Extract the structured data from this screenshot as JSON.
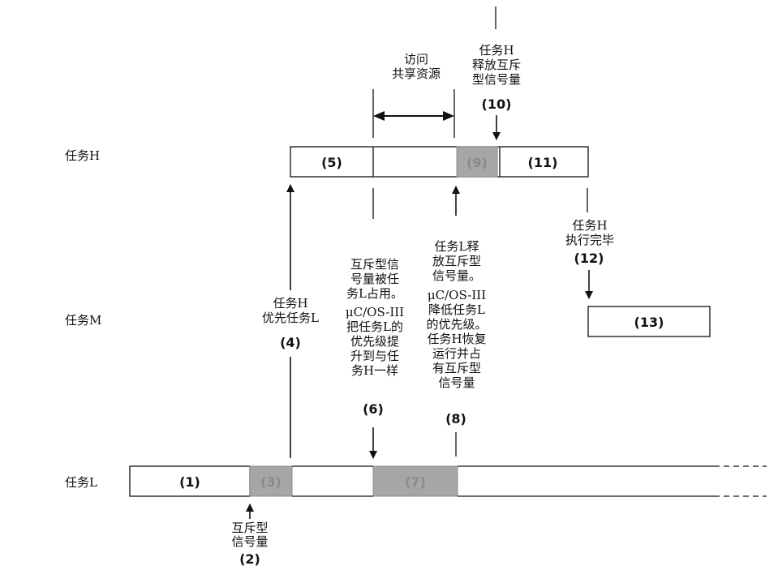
{
  "rows": {
    "task_h": "任务H",
    "task_m": "任务M",
    "task_l": "任务L"
  },
  "segments": {
    "s1": "(1)",
    "s3": "(3)",
    "s5": "(5)",
    "s7": "(7)",
    "s9": "(9)",
    "s11": "(11)",
    "s13": "(13)"
  },
  "events": {
    "e2": {
      "lines": [
        "互斥型",
        "信号量"
      ],
      "num": "(2)"
    },
    "e4": {
      "lines": [
        "任务H",
        "优先任务L"
      ],
      "num": "(4)"
    },
    "e6": {
      "lines": [
        "互斥型信",
        "号量被任",
        "务L占用。",
        "μC/OS-III",
        "把任务L的",
        "优先级提",
        "升到与任",
        "务H一样"
      ],
      "num": "(6)"
    },
    "e8": {
      "lines": [
        "任务L释",
        "放互斥型",
        "信号量。",
        "μC/OS-III",
        "降低任务L",
        "的优先级。",
        "任务H恢复",
        "运行并占",
        "有互斥型",
        "信号量"
      ],
      "num": "(8)"
    },
    "e10": {
      "lines": [
        "任务H",
        "释放互斥",
        "型信号量"
      ],
      "num": "(10)"
    },
    "e12": {
      "lines": [
        "任务H",
        "执行完毕"
      ],
      "num": "(12)"
    }
  },
  "access": {
    "lines": [
      "访问",
      "共享资源"
    ]
  },
  "colors": {
    "shaded": "#a6a6a6",
    "shaded_border": "#8c8c8c",
    "line": "#111111"
  }
}
